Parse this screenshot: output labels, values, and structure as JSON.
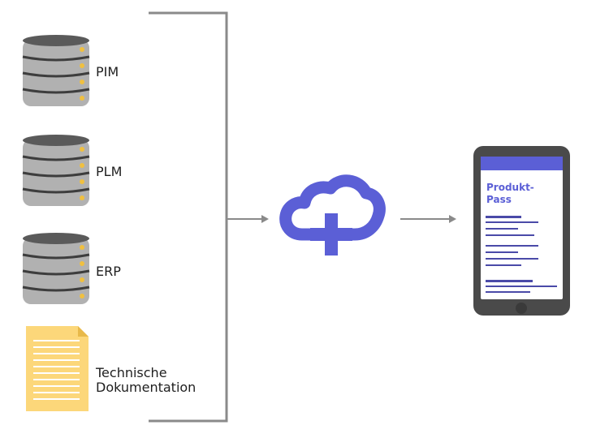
{
  "sources": [
    {
      "label": "PIM",
      "icon": "database-icon"
    },
    {
      "label": "PLM",
      "icon": "database-icon"
    },
    {
      "label": "ERP",
      "icon": "database-icon"
    },
    {
      "label_lines": [
        "Technische",
        "Dokumentation"
      ],
      "icon": "document-icon"
    }
  ],
  "cloud": {
    "icon": "cloud-plus-icon"
  },
  "phone": {
    "title_lines": [
      "Produkt-",
      "Pass"
    ],
    "icon": "smartphone-icon"
  },
  "colors": {
    "accent": "#5b5fd6",
    "connector": "#8a8a8a",
    "server_body": "#b1b1b1",
    "server_top": "#5a5a5a",
    "server_lines": "#3d3d3d",
    "led": "#f0c040",
    "document": "#fcd77a",
    "phone_body": "#4a4a4a"
  }
}
